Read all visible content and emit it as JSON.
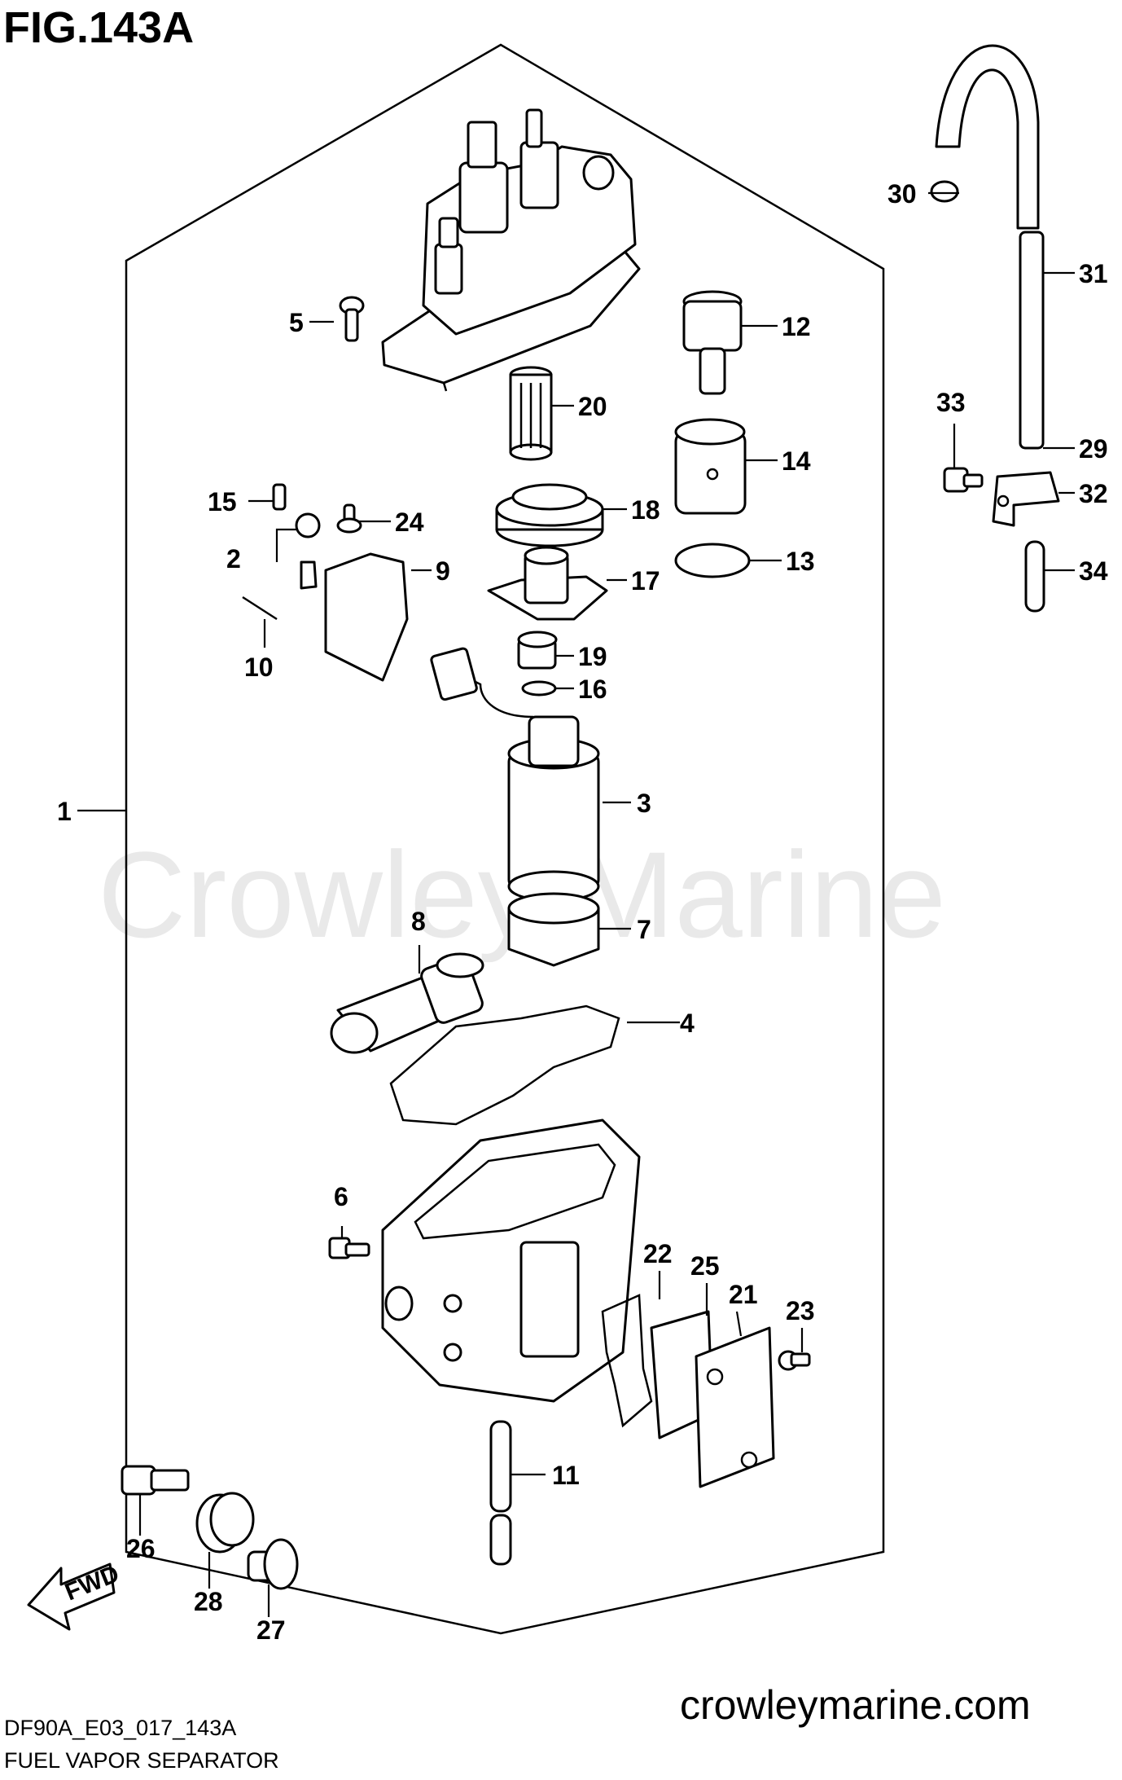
{
  "figure_title": "FIG.143A",
  "watermark": "Crowley Marine",
  "footer_code": "DF90A_E03_017_143A",
  "footer_name": "FUEL VAPOR SEPARATOR",
  "website": "crowleymarine.com",
  "fwd_label": "FWD",
  "parts": [
    "1",
    "2",
    "3",
    "4",
    "5",
    "6",
    "7",
    "8",
    "9",
    "10",
    "11",
    "12",
    "13",
    "14",
    "15",
    "16",
    "17",
    "18",
    "19",
    "20",
    "21",
    "22",
    "23",
    "24",
    "25",
    "26",
    "27",
    "28",
    "29",
    "30",
    "31",
    "32",
    "33",
    "34"
  ]
}
